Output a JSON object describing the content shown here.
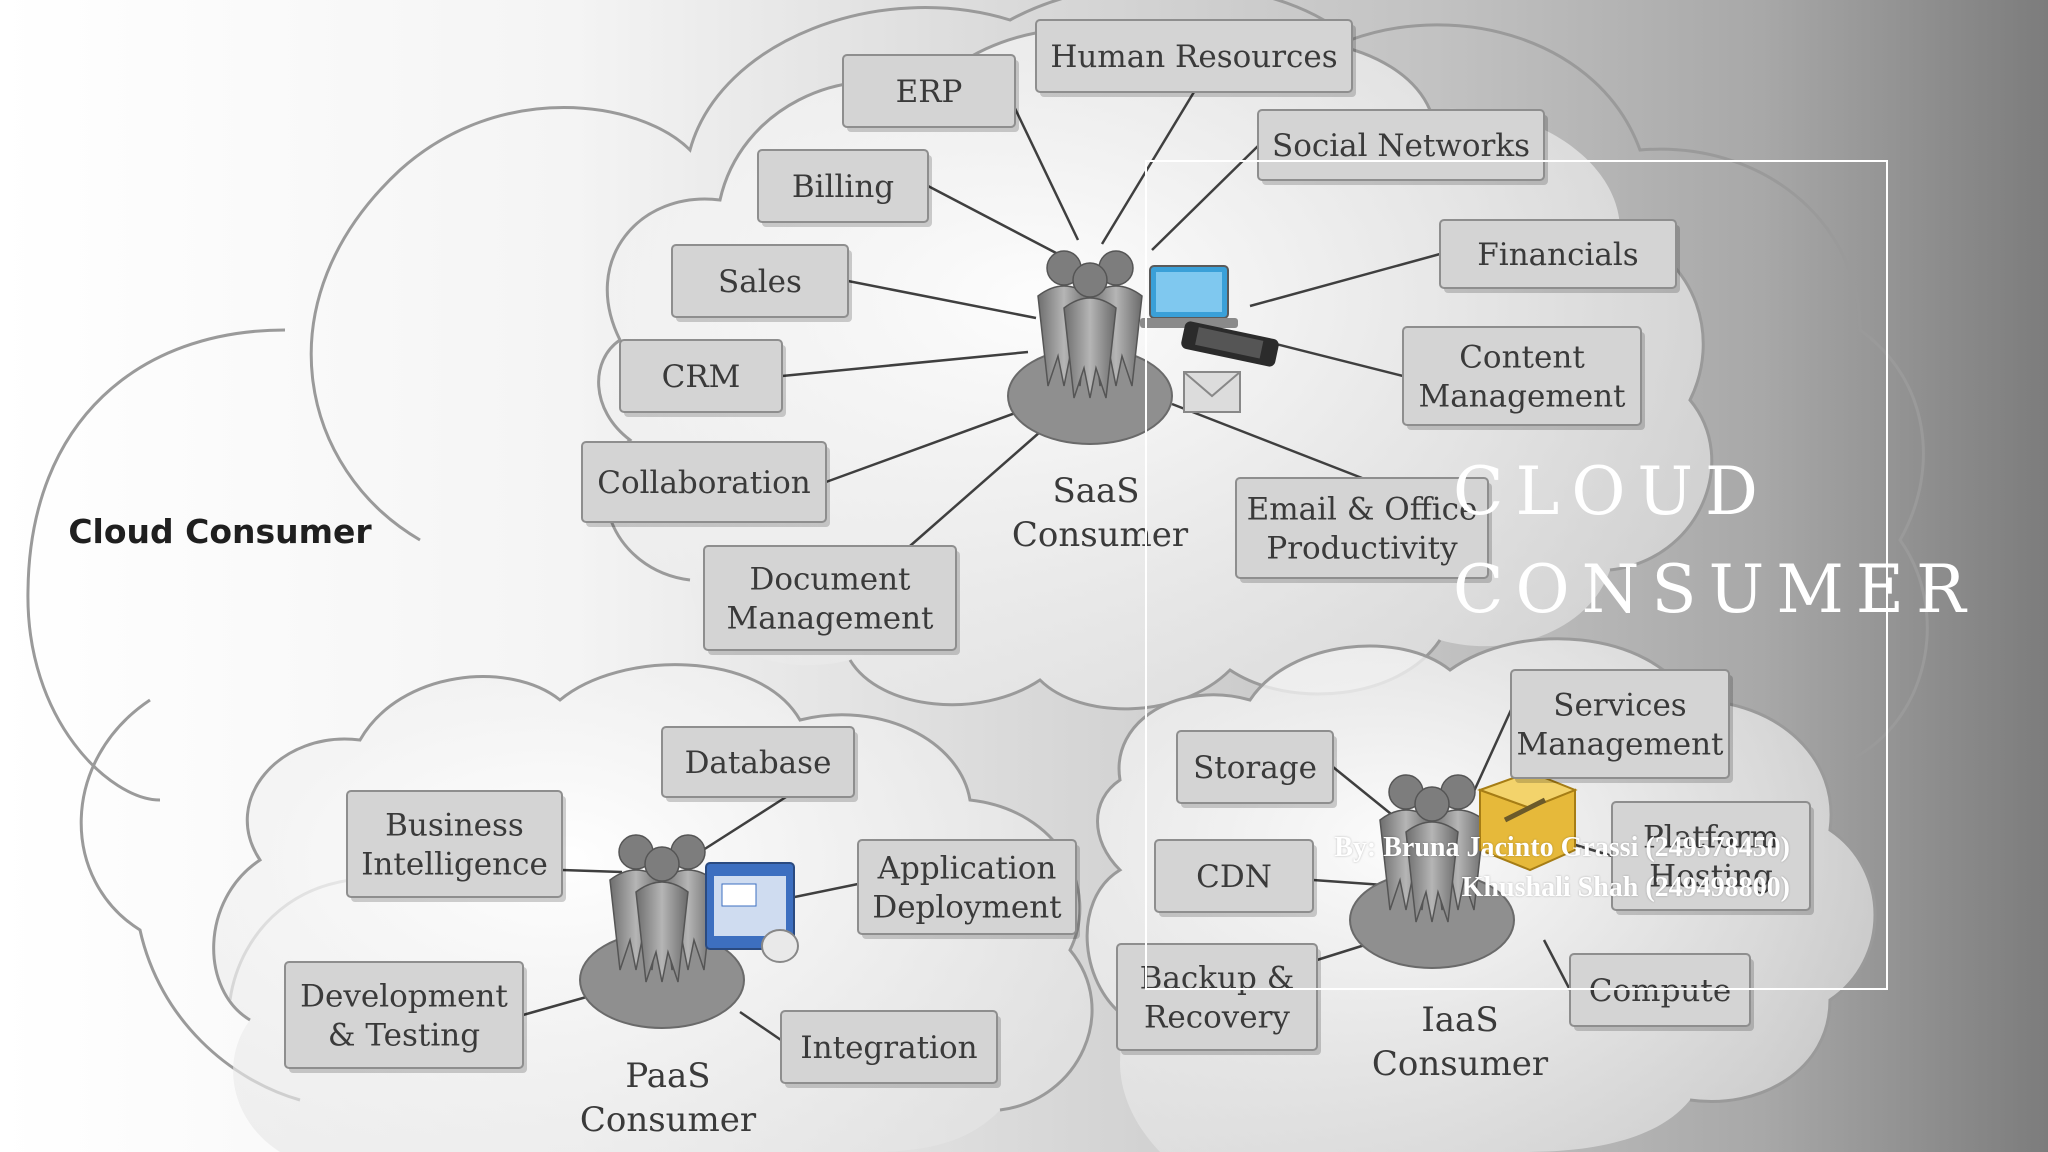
{
  "diagram": {
    "main_label": "Cloud Consumer",
    "saas": {
      "label_line1": "SaaS",
      "label_line2": "Consumer",
      "boxes": [
        {
          "id": "erp",
          "lines": [
            "ERP"
          ]
        },
        {
          "id": "human-resources",
          "lines": [
            "Human Resources"
          ]
        },
        {
          "id": "social-networks",
          "lines": [
            "Social Networks"
          ]
        },
        {
          "id": "billing",
          "lines": [
            "Billing"
          ]
        },
        {
          "id": "financials",
          "lines": [
            "Financials"
          ]
        },
        {
          "id": "sales",
          "lines": [
            "Sales"
          ]
        },
        {
          "id": "crm",
          "lines": [
            "CRM"
          ]
        },
        {
          "id": "content-management",
          "lines": [
            "Content",
            "Management"
          ]
        },
        {
          "id": "collaboration",
          "lines": [
            "Collaboration"
          ]
        },
        {
          "id": "email-office",
          "lines": [
            "Email & Office",
            "Productivity"
          ]
        },
        {
          "id": "document-management",
          "lines": [
            "Document",
            "Management"
          ]
        }
      ]
    },
    "paas": {
      "label_line1": "PaaS",
      "label_line2": "Consumer",
      "boxes": [
        {
          "id": "database",
          "lines": [
            "Database"
          ]
        },
        {
          "id": "business-intelligence",
          "lines": [
            "Business",
            "Intelligence"
          ]
        },
        {
          "id": "application-deployment",
          "lines": [
            "Application",
            "Deployment"
          ]
        },
        {
          "id": "development-testing",
          "lines": [
            "Development",
            "& Testing"
          ]
        },
        {
          "id": "integration",
          "lines": [
            "Integration"
          ]
        }
      ]
    },
    "iaas": {
      "label_line1": "IaaS",
      "label_line2": "Consumer",
      "boxes": [
        {
          "id": "services-management",
          "lines": [
            "Services",
            "Management"
          ]
        },
        {
          "id": "storage",
          "lines": [
            "Storage"
          ]
        },
        {
          "id": "platform-hosting",
          "lines": [
            "Platform",
            "Hosting"
          ]
        },
        {
          "id": "cdn",
          "lines": [
            "CDN"
          ]
        },
        {
          "id": "backup-recovery",
          "lines": [
            "Backup &",
            "Recovery"
          ]
        },
        {
          "id": "compute",
          "lines": [
            "Compute"
          ]
        }
      ]
    }
  },
  "slide": {
    "title_line1": "CLOUD",
    "title_line2": "CONSUMER",
    "authors_prefix": "By:",
    "author1": "Bruna Jacinto Grassi (249578450)",
    "author2": "Khushali Shah (249498800)"
  },
  "colors": {
    "title_text": "#ffffff",
    "box_fill": "#d4d4d4",
    "box_border": "#8e8e8e",
    "background_right": "#7c7c7c"
  },
  "icons": [
    "people-group-icon",
    "laptop-icon",
    "phone-icon",
    "envelope-icon",
    "app-window-icon",
    "tools-box-icon"
  ]
}
